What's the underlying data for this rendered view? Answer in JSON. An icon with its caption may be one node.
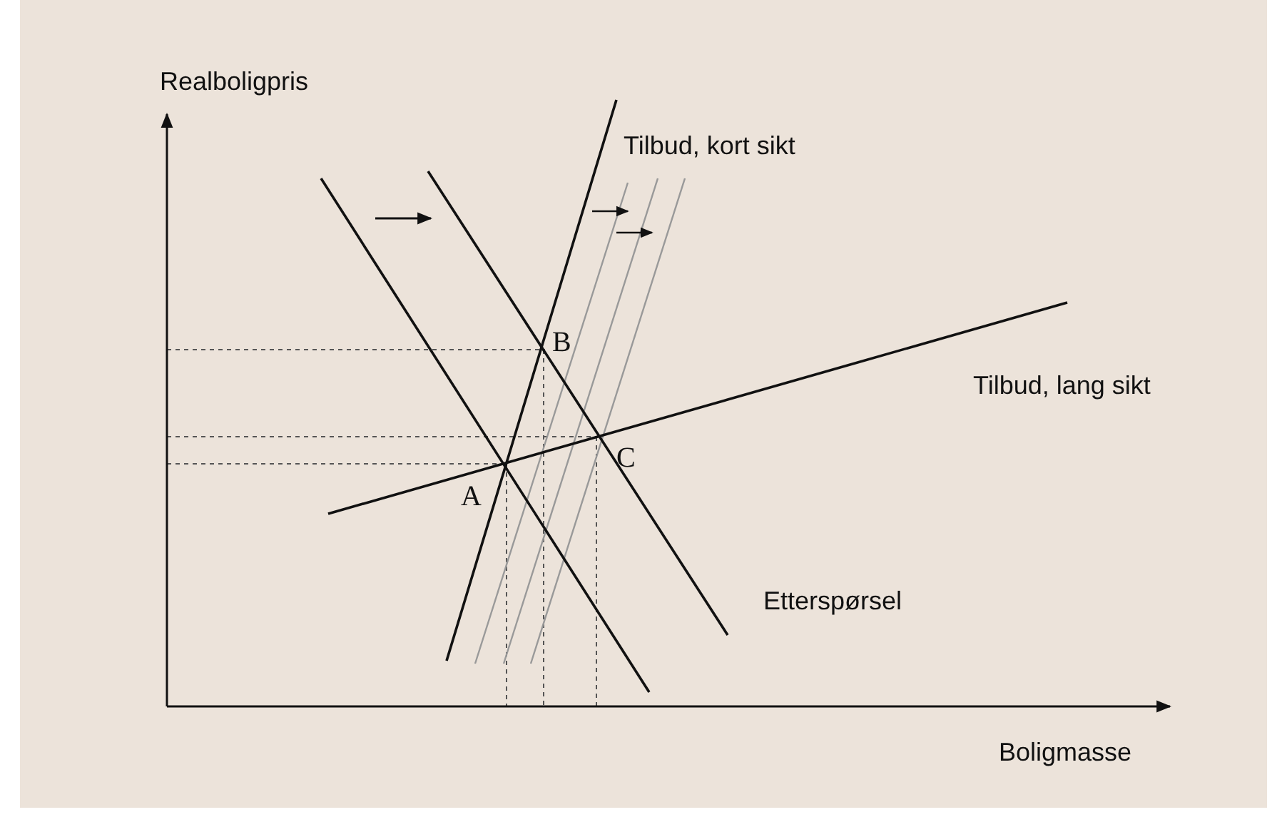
{
  "diagram": {
    "labels": [
      "Realboligpris",
      "Tilbud, kort sikt",
      "B",
      "Tilbud, lang sikt",
      "C",
      "A",
      "Etterspørsel",
      "Boligmasse"
    ]
  }
}
